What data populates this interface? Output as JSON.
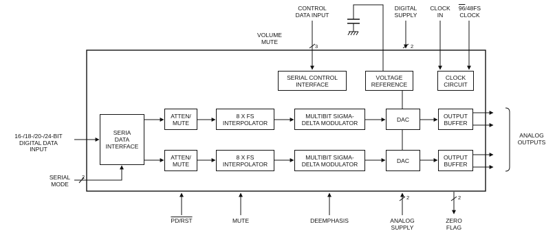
{
  "inputs": {
    "control_data": [
      "CONTROL",
      "DATA INPUT"
    ],
    "digital_supply": [
      "DIGITAL",
      "SUPPLY"
    ],
    "clock_in": [
      "CLOCK",
      "IN"
    ],
    "fs_clock_a": "96",
    "fs_clock_b": "/48FS",
    "fs_clock_c": "CLOCK",
    "volume_mute": [
      "VOLUME",
      "MUTE"
    ],
    "digital_data": [
      "16-/18-/20-/24-BIT",
      "DIGITAL DATA",
      "INPUT"
    ],
    "serial_mode": [
      "SERIAL",
      "MODE"
    ]
  },
  "bus_widths": {
    "control": "3",
    "supply": "2",
    "serial_mode": "2",
    "analog_supply": "2",
    "zero_flag": "2"
  },
  "blocks": {
    "serial_control": [
      "SERIAL CONTROL",
      "INTERFACE"
    ],
    "voltage_ref": [
      "VOLTAGE",
      "REFERENCE"
    ],
    "clock_circuit": [
      "CLOCK",
      "CIRCUIT"
    ],
    "serial_data": [
      "SERIA",
      "DATA",
      "INTERFACE"
    ],
    "atten_mute": [
      "ATTEN/",
      "MUTE"
    ],
    "interpolator": [
      "8 x FS",
      "INTERPOLATOR"
    ],
    "modulator": [
      "MULTIBIT SIGMA-",
      "DELTA MODULATOR"
    ],
    "dac": "DAC",
    "output_buffer": [
      "OUTPUT",
      "BUFFER"
    ]
  },
  "outputs": {
    "analog_outputs": [
      "ANALOG",
      "OUTPUTS"
    ]
  },
  "bottom_pins": {
    "pd_rst": "PD/RST",
    "mute": "MUTE",
    "deemphasis": "DEEMPHASIS",
    "analog_supply": [
      "ANALOG",
      "SUPPLY"
    ],
    "zero_flag": [
      "ZERO",
      "FLAG"
    ]
  },
  "colors": {
    "line": "#111111",
    "background": "#ffffff"
  }
}
